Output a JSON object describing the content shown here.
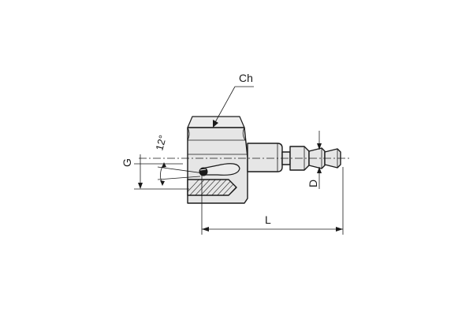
{
  "labels": {
    "hex_size": "Ch",
    "thread": "G",
    "angle": "12°",
    "hose_diameter": "D",
    "length": "L"
  },
  "colors": {
    "line": "#1a1a1a",
    "body_fill": "#e6e6e6",
    "background": "#ffffff"
  }
}
